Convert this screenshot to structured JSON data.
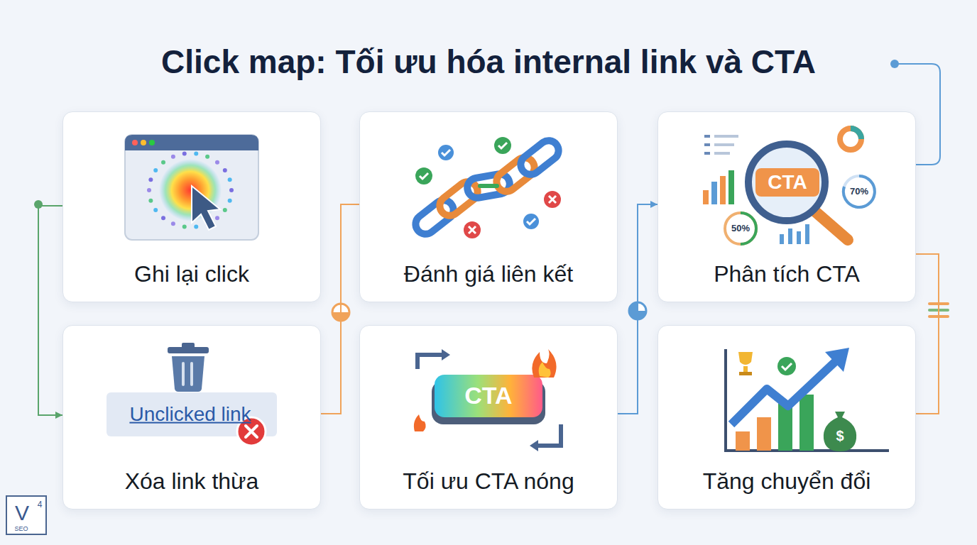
{
  "diagram": {
    "title": "Click map: Tối ưu hóa internal link và CTA",
    "nodes": [
      {
        "text": [
          "Ghi lại click"
        ]
      },
      {
        "text": [
          "Đánh giá liên kết"
        ]
      },
      {
        "text": [
          "Phân tích CTA"
        ]
      },
      {
        "text": [
          "Xóa link thừa"
        ]
      },
      {
        "text": [
          "Tối ưu CTA nóng"
        ]
      },
      {
        "text": [
          "Tăng chuyển đổi"
        ]
      }
    ],
    "edges": [
      {
        "from": 0,
        "to": 3,
        "arrow": "to"
      },
      {
        "from": 3,
        "to": 1,
        "arrow": "none"
      },
      {
        "from": 4,
        "to": 2,
        "arrow": "to"
      },
      {
        "from": 2,
        "to": 5,
        "arrow": "none"
      }
    ],
    "labels": [
      "Unclicked link",
      "CTA",
      "70%",
      "50%",
      "CTA",
      "$",
      "V",
      "4",
      "SEO"
    ]
  }
}
